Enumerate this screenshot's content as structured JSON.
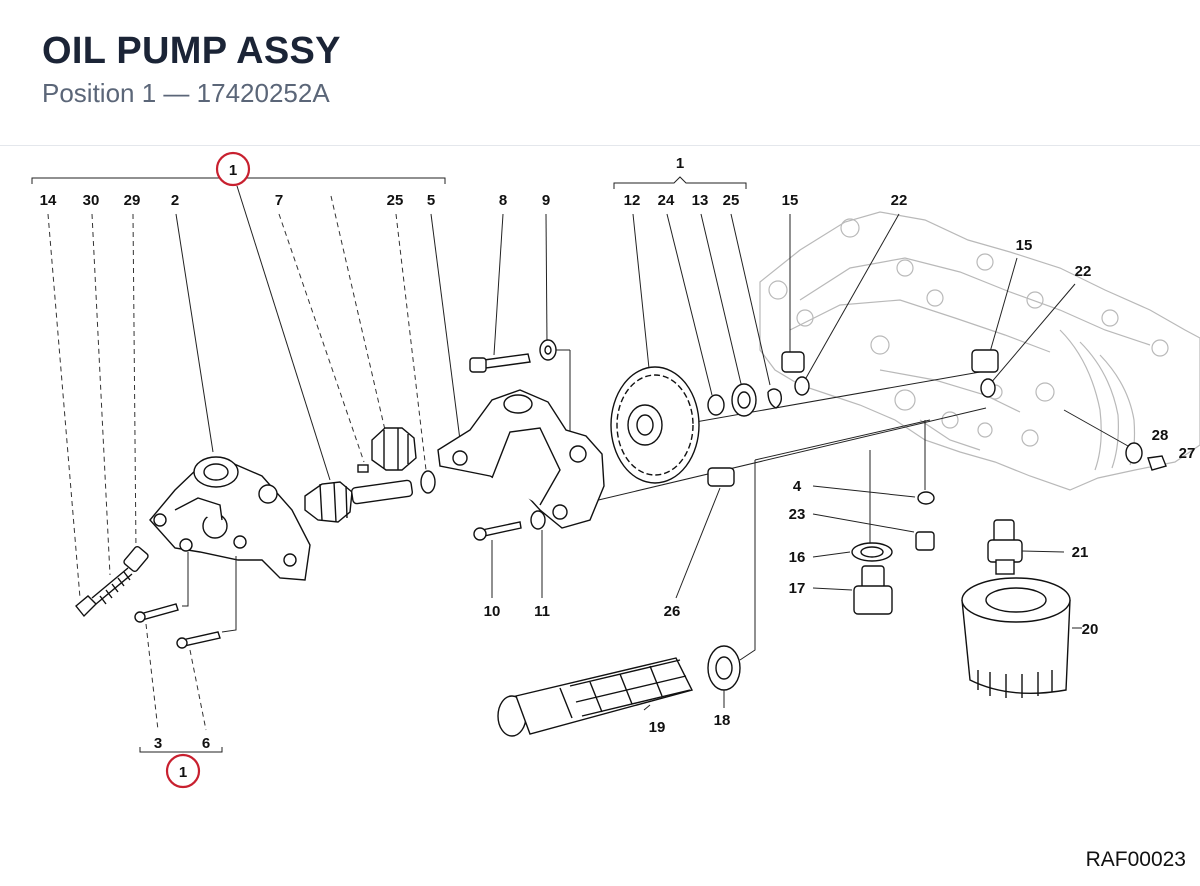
{
  "header": {
    "title": "OIL PUMP ASSY",
    "position_label": "Position 1",
    "separator": "—",
    "part_number": "17420252A"
  },
  "reference_code": "RAF00023",
  "group_badge": "1",
  "group_label": "1",
  "callouts": {
    "c14": "14",
    "c30": "30",
    "c29": "29",
    "c2": "2",
    "c7": "7",
    "c25a": "25",
    "c5": "5",
    "c8": "8",
    "c9": "9",
    "c12": "12",
    "c24": "24",
    "c13": "13",
    "c25b": "25",
    "c15a": "15",
    "c22a": "22",
    "c15b": "15",
    "c22b": "22",
    "c28": "28",
    "c27": "27",
    "c4": "4",
    "c23": "23",
    "c16": "16",
    "c17": "17",
    "c21": "21",
    "c20": "20",
    "c10": "10",
    "c11": "11",
    "c26": "26",
    "c19": "19",
    "c18": "18",
    "c3": "3",
    "c6": "6"
  },
  "colors": {
    "badge_ring": "#c8202f",
    "title": "#1b2436",
    "subtitle": "#5b6678"
  }
}
